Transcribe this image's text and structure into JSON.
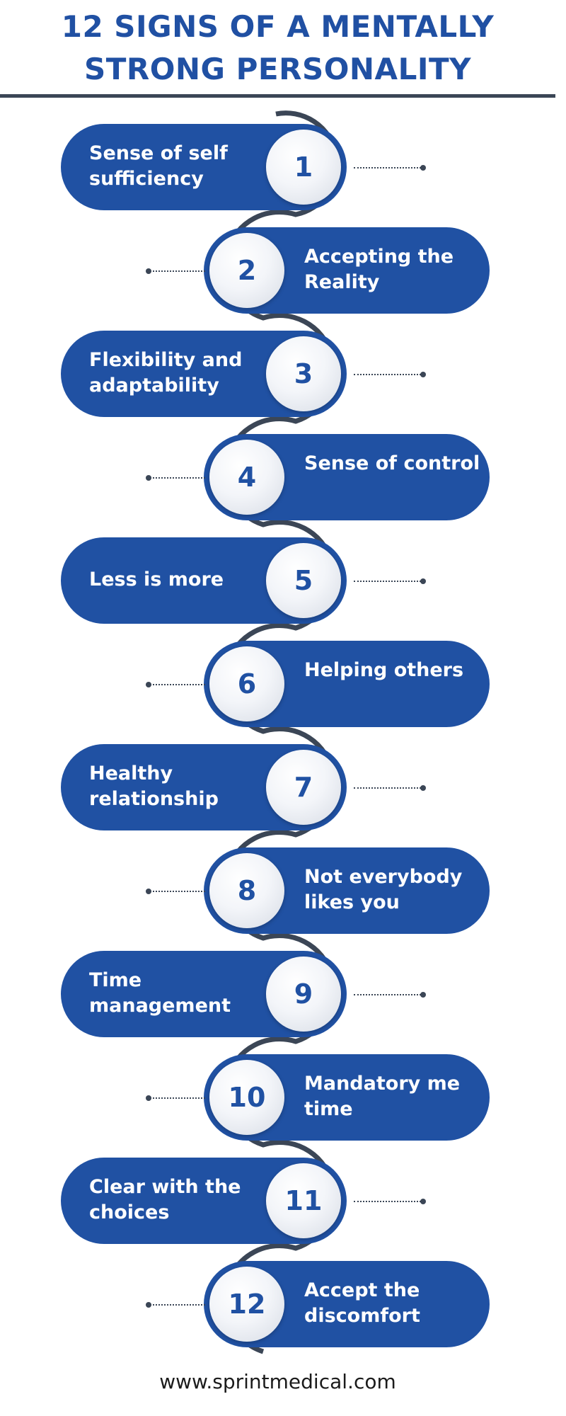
{
  "title": "12 SIGNS OF A MENTALLY STRONG PERSONALITY",
  "footer": "www.sprintmedical.com",
  "colors": {
    "primary": "#2051a3",
    "dark": "#3b4656",
    "badge": "#f3f5f9"
  },
  "items": [
    {
      "number": "1",
      "label": "Sense of self sufficiency"
    },
    {
      "number": "2",
      "label": "Accepting the Reality"
    },
    {
      "number": "3",
      "label": "Flexibility and adaptability"
    },
    {
      "number": "4",
      "label": "Sense of control"
    },
    {
      "number": "5",
      "label": "Less is more"
    },
    {
      "number": "6",
      "label": "Helping others"
    },
    {
      "number": "7",
      "label": "Healthy relationship"
    },
    {
      "number": "8",
      "label": "Not everybody likes you"
    },
    {
      "number": "9",
      "label": "Time management"
    },
    {
      "number": "10",
      "label": "Mandatory me time"
    },
    {
      "number": "11",
      "label": "Clear with the choices"
    },
    {
      "number": "12",
      "label": "Accept the discomfort"
    }
  ]
}
